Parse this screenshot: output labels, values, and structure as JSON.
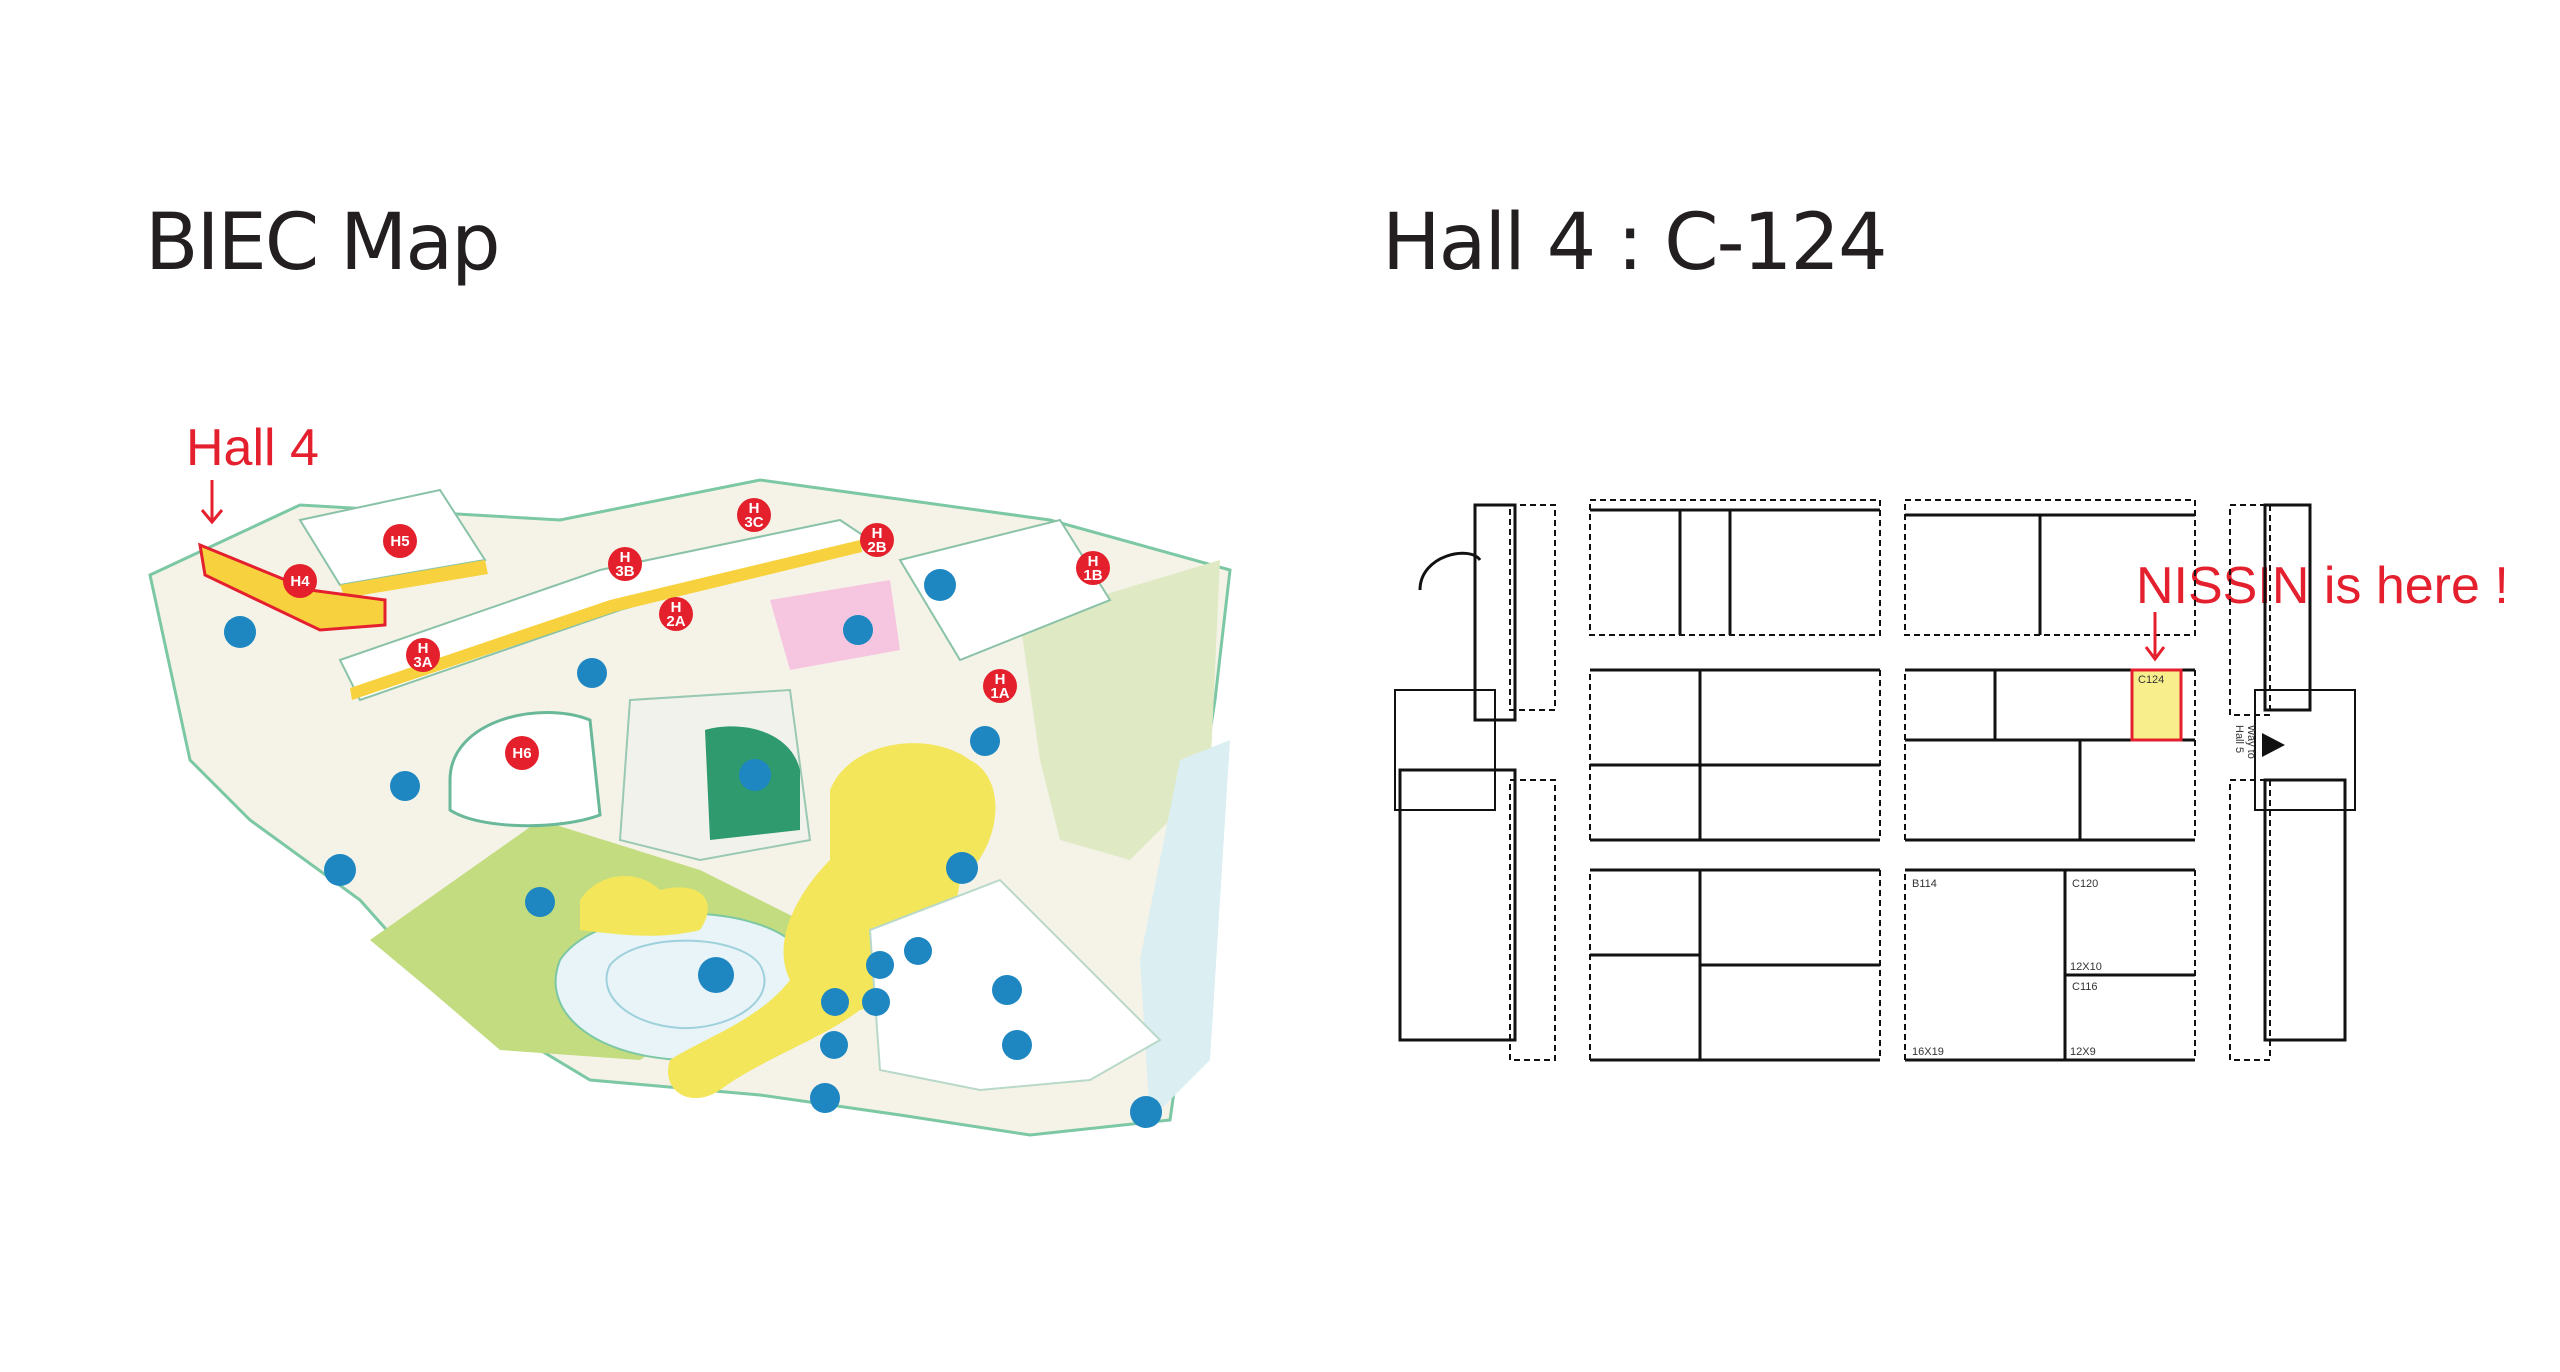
{
  "titles": {
    "left": "BIEC Map",
    "right": "Hall 4 : C-124"
  },
  "annotations": {
    "hall4": "Hall 4",
    "nissin": "NISSIN is here !"
  },
  "campus_markers": [
    {
      "id": "h1a",
      "lines": [
        "H",
        "1A"
      ]
    },
    {
      "id": "h1b",
      "lines": [
        "H",
        "1B"
      ]
    },
    {
      "id": "h2a",
      "lines": [
        "H",
        "2A"
      ]
    },
    {
      "id": "h2b",
      "lines": [
        "H",
        "2B"
      ]
    },
    {
      "id": "h3a",
      "lines": [
        "H",
        "3A"
      ]
    },
    {
      "id": "h3b",
      "lines": [
        "H",
        "3B"
      ]
    },
    {
      "id": "h3c",
      "lines": [
        "H",
        "3C"
      ]
    },
    {
      "id": "h4",
      "lines": [
        "H4"
      ]
    },
    {
      "id": "h5",
      "lines": [
        "H5"
      ]
    },
    {
      "id": "h6",
      "lines": [
        "H6"
      ]
    }
  ],
  "floorplan": {
    "booths": {
      "b114": "B114",
      "c120": "C120",
      "c116": "C116",
      "c124": "C124"
    },
    "dims": {
      "d1": "16X19",
      "d2": "12X10",
      "d3": "12X9"
    },
    "way_to_hall5": [
      "Way to",
      "Hall 5"
    ]
  },
  "colors": {
    "accent_red": "#e5202e",
    "marker_red": "#e3202b",
    "marker_blue": "#1e87c2",
    "hall_yellow": "#f7d23e",
    "highlight_booth": "#f8ef8c",
    "green": "#c3dc7f"
  }
}
